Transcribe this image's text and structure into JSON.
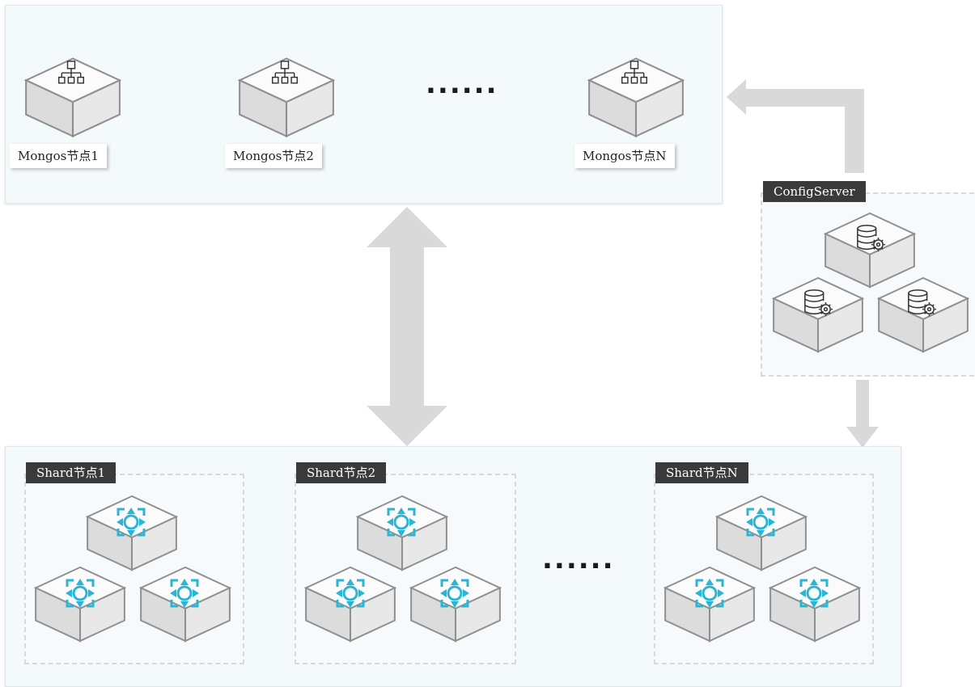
{
  "mongos": {
    "nodes": [
      {
        "label": "Mongos节点1",
        "icon": "hierarchy-icon"
      },
      {
        "label": "Mongos节点2",
        "icon": "hierarchy-icon"
      },
      {
        "label": "Mongos节点N",
        "icon": "hierarchy-icon"
      }
    ],
    "ellipsis": "......"
  },
  "config_server": {
    "title": "ConfigServer",
    "nodes": [
      {
        "icon": "database-gear-icon"
      },
      {
        "icon": "database-gear-icon"
      },
      {
        "icon": "database-gear-icon"
      }
    ]
  },
  "shards": {
    "groups": [
      {
        "title": "Shard节点1",
        "icon": "shard-icon"
      },
      {
        "title": "Shard节点2",
        "icon": "shard-icon"
      },
      {
        "title": "Shard节点N",
        "icon": "shard-icon"
      }
    ],
    "ellipsis": "......"
  },
  "colors": {
    "accent": "#29b6d6",
    "arrow": "#d9d9d9",
    "tag": "#3a3a3a",
    "panel": "#f4fafb"
  }
}
